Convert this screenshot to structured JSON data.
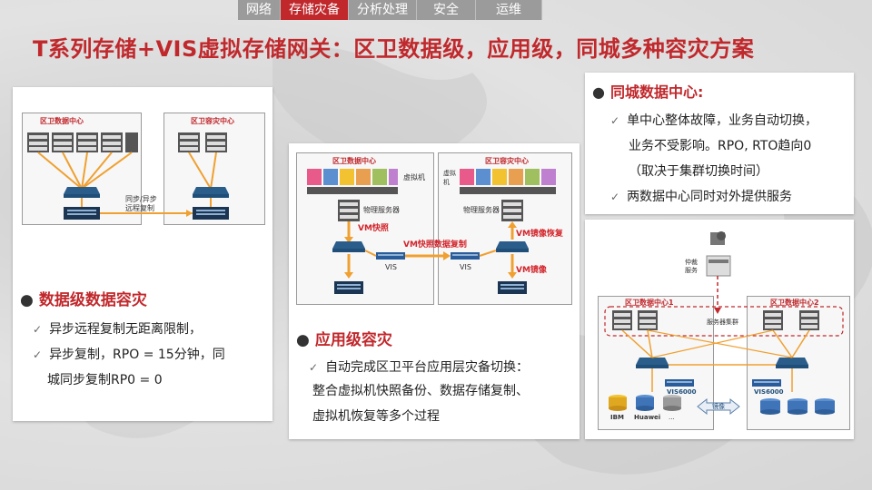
{
  "nav": {
    "tabs": [
      {
        "label": "网络",
        "active": false
      },
      {
        "label": "存储灾备",
        "active": true
      },
      {
        "label": "分析处理",
        "active": false
      },
      {
        "label": "安全",
        "active": false
      },
      {
        "label": "运维",
        "active": false
      }
    ]
  },
  "title": "T系列存储+VIS虚拟存储网关：区卫数据级，应用级，同城多种容灾方案",
  "colors": {
    "accent": "#c0282c",
    "nav_gray": "#9b9b9b",
    "orange_line": "#f0a030",
    "blue_device": "#1f4e79"
  },
  "diagram1": {
    "primary_dc": "区卫数据中心",
    "backup_dc": "区卫容灾中心",
    "link_label_1": "同步/异步",
    "link_label_2": "远程复制"
  },
  "diagram2": {
    "primary_dc": "区卫数据中心",
    "backup_dc": "区卫容灾中心",
    "vm_label_left": "虚拟机",
    "vm_label_right": "虚拟机",
    "server_left": "物理服务器",
    "server_right": "物理服务器",
    "vm_snapshot": "VM快照",
    "vm_snapshot_copy": "VM快照数据复制",
    "vm_image_restore": "VM镜像恢复",
    "vm_image": "VM镜像",
    "vis_left": "VIS",
    "vis_right": "VIS"
  },
  "diagram3": {
    "dc1": "区卫数据中心1",
    "dc2": "区卫数据中心2",
    "arbitration": "仲裁\n服务",
    "arbitration_line1": "仲裁",
    "arbitration_line2": "服务",
    "cluster": "服务器集群",
    "vis_left": "VIS6000",
    "vis_right": "VIS6000",
    "mirror": "镜像",
    "vendor_1": "IBM",
    "vendor_2": "Huawei",
    "vendor_3": "..."
  },
  "section_data_level": {
    "heading": "数据级数据容灾",
    "lines": [
      "异步远程复制无距离限制，",
      "异步复制，RPO = 15分钟，同",
      "城同步复制RP0 = 0"
    ]
  },
  "section_app_level": {
    "heading": "应用级容灾",
    "lines": [
      "自动完成区卫平台应用层灾备切换：",
      "整合虚拟机快照备份、数据存储复制、",
      "虚拟机恢复等多个过程"
    ]
  },
  "section_same_city": {
    "heading": "同城数据中心:",
    "lines": [
      "单中心整体故障，业务自动切换，",
      "业务不受影响。RPO, RTO趋向0",
      "（取决于集群切换时间）",
      "两数据中心同时对外提供服务"
    ]
  }
}
